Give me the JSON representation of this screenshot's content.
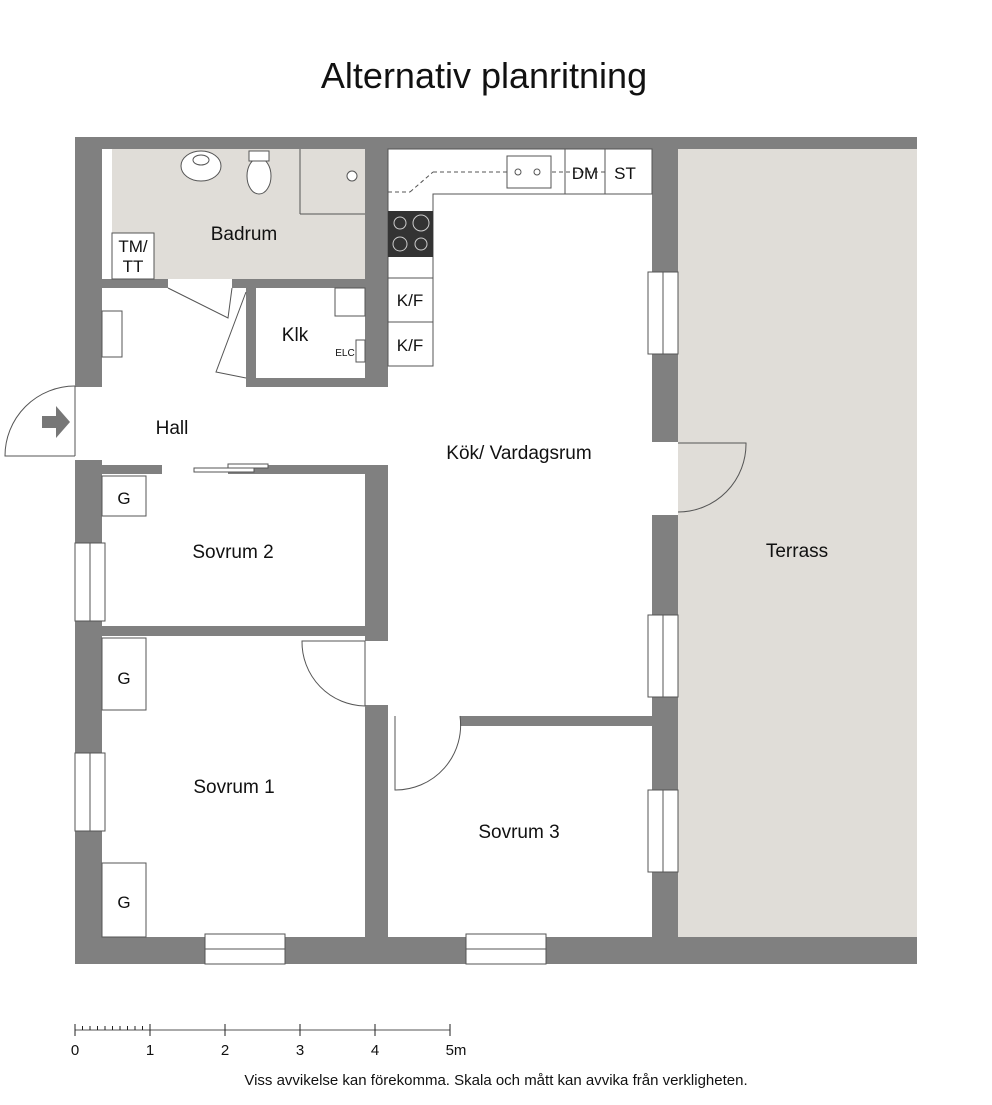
{
  "title": "Alternativ planritning",
  "rooms": {
    "badrum": "Badrum",
    "klk": "Klk",
    "hall": "Hall",
    "kok": "Kök/ Vardagsrum",
    "sovrum2": "Sovrum 2",
    "sovrum1": "Sovrum 1",
    "sovrum3": "Sovrum 3",
    "terrass": "Terrass"
  },
  "fixtures": {
    "tm": "TM/",
    "tt": "TT",
    "dm": "DM",
    "st": "ST",
    "kf1": "K/F",
    "kf2": "K/F",
    "elc": "ELC",
    "g1": "G",
    "g2": "G",
    "g3": "G"
  },
  "scale": {
    "labels": [
      "0",
      "1",
      "2",
      "3",
      "4",
      "5m"
    ]
  },
  "note": "Viss avvikelse kan förekomma. Skala och mått kan avvika från verkligheten.",
  "colors": {
    "wall": "#808080",
    "wet_floor": "#e0ddd8",
    "terrace": "#e0ddd8"
  }
}
